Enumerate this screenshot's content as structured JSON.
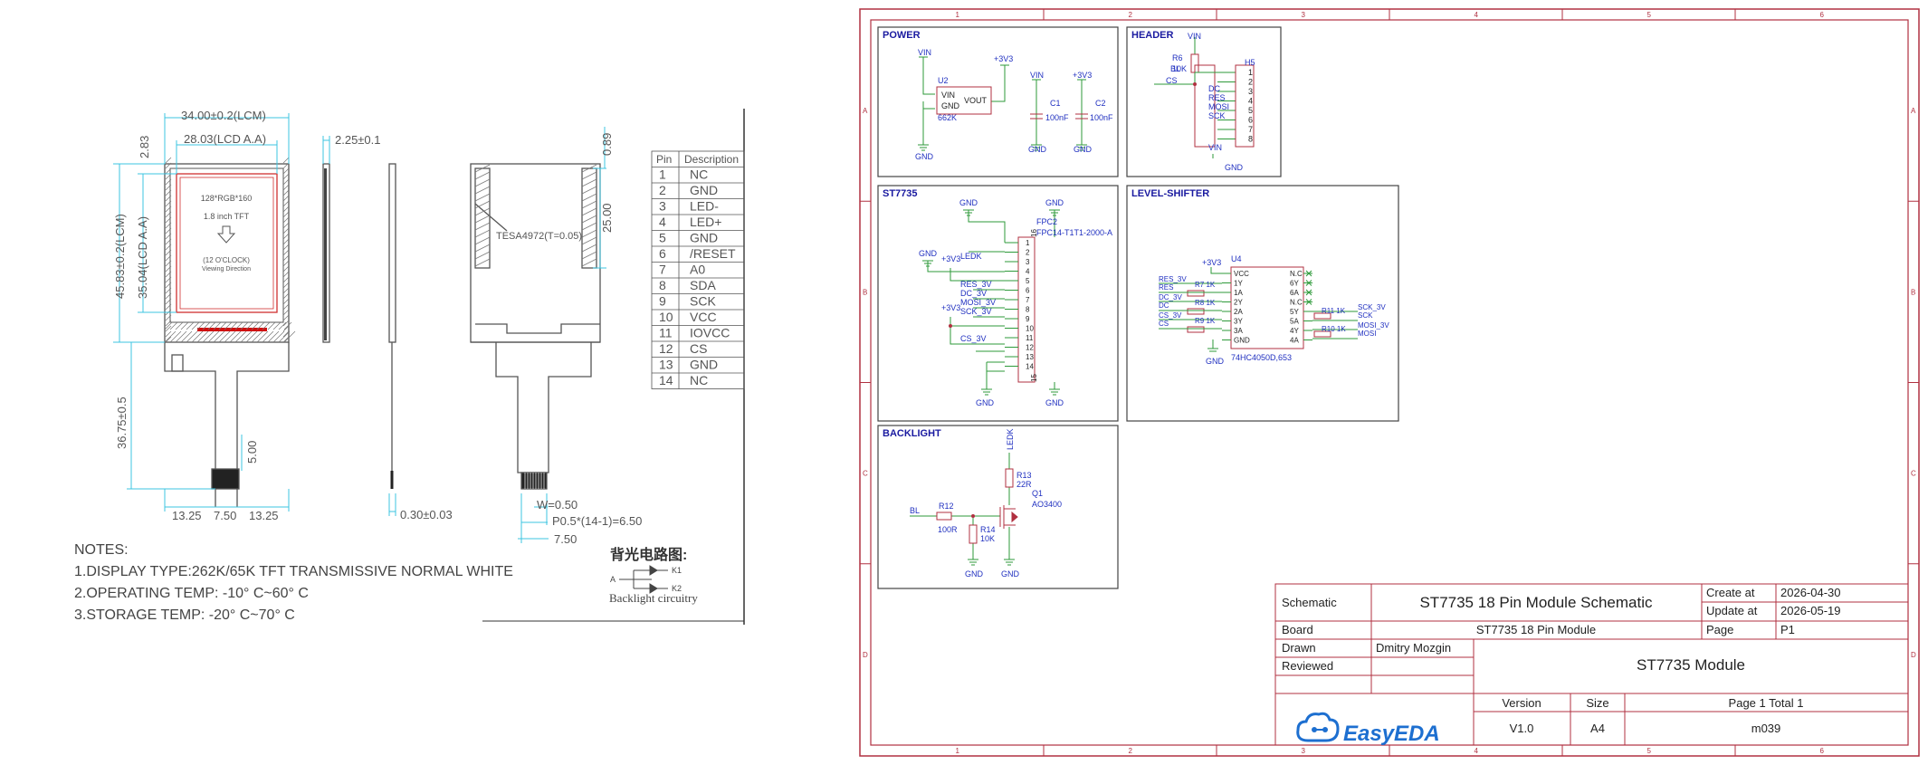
{
  "mechanical": {
    "dims": {
      "width_lcm": "34.00±0.2(LCM)",
      "width_aa": "28.03(LCD A.A)",
      "top_283": "2.83",
      "height_lcm": "45.83±0.2(LCM)",
      "height_aa": "35.04(LCD A.A)",
      "tail": "36.75±0.5",
      "fpc_500": "5.00",
      "bottom_left": "13.25",
      "bottom_mid": "7.50",
      "bottom_right": "13.25",
      "thick": "2.25±0.1",
      "fpc_thick": "0.30±0.03",
      "back_089": "0.89",
      "back_2500": "25.00",
      "w": "W=0.50",
      "pitch": "P0.5*(14-1)=6.50",
      "pin_span": "7.50"
    },
    "screen": {
      "res": "128*RGB*160",
      "size": "1.8 inch  TFT",
      "view": "(12 O'CLOCK)",
      "view2": "Viewing Direction"
    },
    "tape": "TESA4972(T=0.05)",
    "pin_table": {
      "headers": [
        "Pin",
        "Description"
      ],
      "rows": [
        [
          "1",
          "NC"
        ],
        [
          "2",
          "GND"
        ],
        [
          "3",
          "LED-"
        ],
        [
          "4",
          "LED+"
        ],
        [
          "5",
          "GND"
        ],
        [
          "6",
          "/RESET"
        ],
        [
          "7",
          "A0"
        ],
        [
          "8",
          "SDA"
        ],
        [
          "9",
          "SCK"
        ],
        [
          "10",
          "VCC"
        ],
        [
          "11",
          "IOVCC"
        ],
        [
          "12",
          "CS"
        ],
        [
          "13",
          "GND"
        ],
        [
          "14",
          "NC"
        ]
      ]
    },
    "notes": {
      "title": "NOTES:",
      "lines": [
        "1.DISPLAY TYPE:262K/65K TFT TRANSMISSIVE NORMAL WHITE",
        "2.OPERATING TEMP: -10° C~60° C",
        "3.STORAGE TEMP: -20° C~70° C"
      ]
    },
    "backlight": {
      "title": "背光电路图:",
      "caption": "Backlight circuitry",
      "a": "A",
      "k1": "K1",
      "k2": "K2"
    }
  },
  "schematic": {
    "col_numbers": [
      "1",
      "2",
      "3",
      "4",
      "5",
      "6"
    ],
    "row_letters": [
      "A",
      "B",
      "C",
      "D"
    ],
    "blocks": {
      "power": "POWER",
      "header": "HEADER",
      "st7735": "ST7735",
      "level": "LEVEL-SHIFTER",
      "backlight": "BACKLIGHT"
    },
    "power": {
      "vin": "VIN",
      "v33": "+3V3",
      "u2": "U2",
      "vin_pin": "VIN",
      "gnd_pin": "GND",
      "vout": "VOUT",
      "part": "662K",
      "gnd": "GND",
      "c1": "C1",
      "c1v": "100nF",
      "c2": "C2",
      "c2v": "100nF"
    },
    "header": {
      "vin": "VIN",
      "r6": "R6",
      "r6v": "10K",
      "h5": "H5",
      "nets": [
        "BL",
        "CS",
        "DC",
        "RES",
        "MOSI",
        "SCK",
        "VIN"
      ],
      "pins": [
        "1",
        "2",
        "3",
        "4",
        "5",
        "6",
        "7",
        "8"
      ],
      "gnd": "GND"
    },
    "st7735": {
      "fpc": "FPC2",
      "part": "FPC14-T1T1-2000-A",
      "gnd": "GND",
      "v33": "+3V3",
      "nets": [
        "LEDK",
        "RES_3V",
        "DC_3V",
        "MOSI_3V",
        "SCK_3V",
        "CS_3V"
      ],
      "pins": [
        "1",
        "2",
        "3",
        "4",
        "5",
        "6",
        "7",
        "8",
        "9",
        "10",
        "11",
        "12",
        "13",
        "14"
      ],
      "p15": "15",
      "p16": "16"
    },
    "level": {
      "u4": "U4",
      "part": "74HC4050D,653",
      "v33": "+3V3",
      "gnd": "GND",
      "left_nets": [
        "RES_3V",
        "RES",
        "DC_3V",
        "DC",
        "CS_3V",
        "CS"
      ],
      "resistors": [
        "R7 1K",
        "R8 1K",
        "R9 1K",
        "R11 1K",
        "R10 1K"
      ],
      "left_pins": [
        "VCC",
        "1Y",
        "1A",
        "2Y",
        "2A",
        "3Y",
        "3A",
        "GND"
      ],
      "right_pins": [
        "N.C",
        "6Y",
        "6A",
        "N.C",
        "5Y",
        "5A",
        "4Y",
        "4A"
      ],
      "right_nets": [
        "SCK_3V",
        "SCK",
        "MOSI_3V",
        "MOSI"
      ]
    },
    "backlight": {
      "ledk": "LEDK",
      "r13": "R13",
      "r13v": "22R",
      "q1": "Q1",
      "q1v": "AO3400",
      "bl": "BL",
      "r12": "R12",
      "r12v": "100R",
      "r14": "R14",
      "r14v": "10K",
      "gnd": "GND"
    },
    "title_block": {
      "schematic_label": "Schematic",
      "schematic_value": "ST7735 18 Pin Module Schematic",
      "create_label": "Create at",
      "create_value": "2026-04-30",
      "update_label": "Update at",
      "update_value": "2026-05-19",
      "board_label": "Board",
      "board_value": "ST7735 18 Pin Module",
      "page_label": "Page",
      "page_value": "P1",
      "drawn_label": "Drawn",
      "drawn_value": "Dmitry Mozgin",
      "reviewed_label": "Reviewed",
      "big_title": "ST7735 Module",
      "version_label": "Version",
      "size_label": "Size",
      "pages_label": "Page  1  Total  1",
      "version_value": "V1.0",
      "size_value": "A4",
      "id_value": "m039",
      "logo": "EasyEDA"
    }
  },
  "colors": {
    "dim": "#3cc4e0",
    "frame": "#b03040",
    "wire": "#2e9a3a",
    "net": "#2030c0",
    "label": "#1a1aa0",
    "outline": "#555555"
  }
}
